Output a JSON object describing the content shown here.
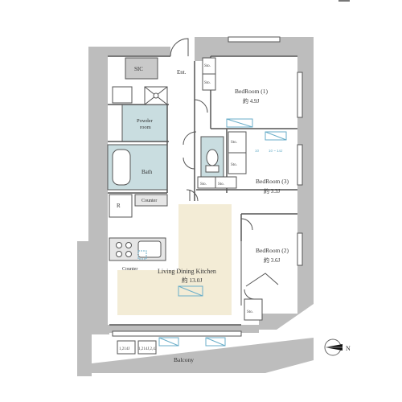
{
  "colors": {
    "wall": "#bdbdbd",
    "floor": "#ffffff",
    "living_highlight": "#f3ecd6",
    "wet_area": "#c9dde0",
    "line": "#555555",
    "blue": "#6aaec9"
  },
  "rooms": {
    "entrance": "Ent.",
    "sic": "SIC",
    "powder_room_line1": "Powder",
    "powder_room_line2": "room",
    "bath": "Bath",
    "refrigerator": "R",
    "counter_top": "Counter",
    "counter_kitchen": "Counter",
    "ldk": {
      "name": "Living Dining Kitchen",
      "size": "約 13.0J"
    },
    "bedroom1": {
      "name": "BedRoom (1)",
      "size": "約 4.9J"
    },
    "bedroom2": {
      "name": "BedRoom (2)",
      "size": "約 3.6J"
    },
    "bedroom3": {
      "name": "BedRoom (3)",
      "size": "約 3.3J"
    },
    "balcony": "Balcony"
  },
  "storage": {
    "sto_1": "Sto.",
    "sto_2": "Sto.",
    "sto_3": "Sto.",
    "sto_4": "Sto.",
    "sto_5": "Sto.",
    "sto_6": "Sto.",
    "sto_7": "Sto."
  },
  "outdoor_units": {
    "unit_1": "1,214J",
    "unit_2": "1,214J,2,4J"
  },
  "small_labels": {
    "ceiling_note_1": "10",
    "ceiling_note_2": "10 ~ 14J"
  },
  "compass": "N"
}
